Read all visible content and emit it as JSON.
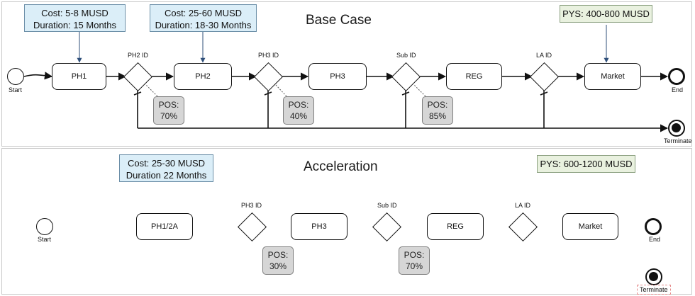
{
  "base_case": {
    "title": "Base Case",
    "callout_ph1": [
      "Cost: 5-8 MUSD",
      "Duration: 15 Months"
    ],
    "callout_ph2": [
      "Cost: 25-60 MUSD",
      "Duration: 18-30 Months"
    ],
    "callout_pys": "PYS: 400-800 MUSD",
    "start_label": "Start",
    "end_label": "End",
    "terminate_label": "Terminate",
    "tasks": [
      "PH1",
      "PH2",
      "PH3",
      "REG",
      "Market"
    ],
    "gateways": [
      "PH2 ID",
      "PH3 ID",
      "Sub ID",
      "LA ID"
    ],
    "pos": [
      [
        "POS:",
        "70%"
      ],
      [
        "POS:",
        "40%"
      ],
      [
        "POS:",
        "85%"
      ]
    ]
  },
  "acceleration": {
    "title": "Acceleration",
    "callout_ph1": [
      "Cost: 25-30 MUSD",
      "Duration 22 Months"
    ],
    "callout_pys": "PYS: 600-1200 MUSD",
    "start_label": "Start",
    "end_label": "End",
    "terminate_label": "Terminate",
    "tasks": [
      "PH1/2A",
      "PH3",
      "REG",
      "Market"
    ],
    "gateways": [
      "PH3 ID",
      "Sub ID",
      "LA ID"
    ],
    "pos": [
      [
        "POS:",
        "30%"
      ],
      [
        "POS:",
        "70%"
      ]
    ]
  }
}
